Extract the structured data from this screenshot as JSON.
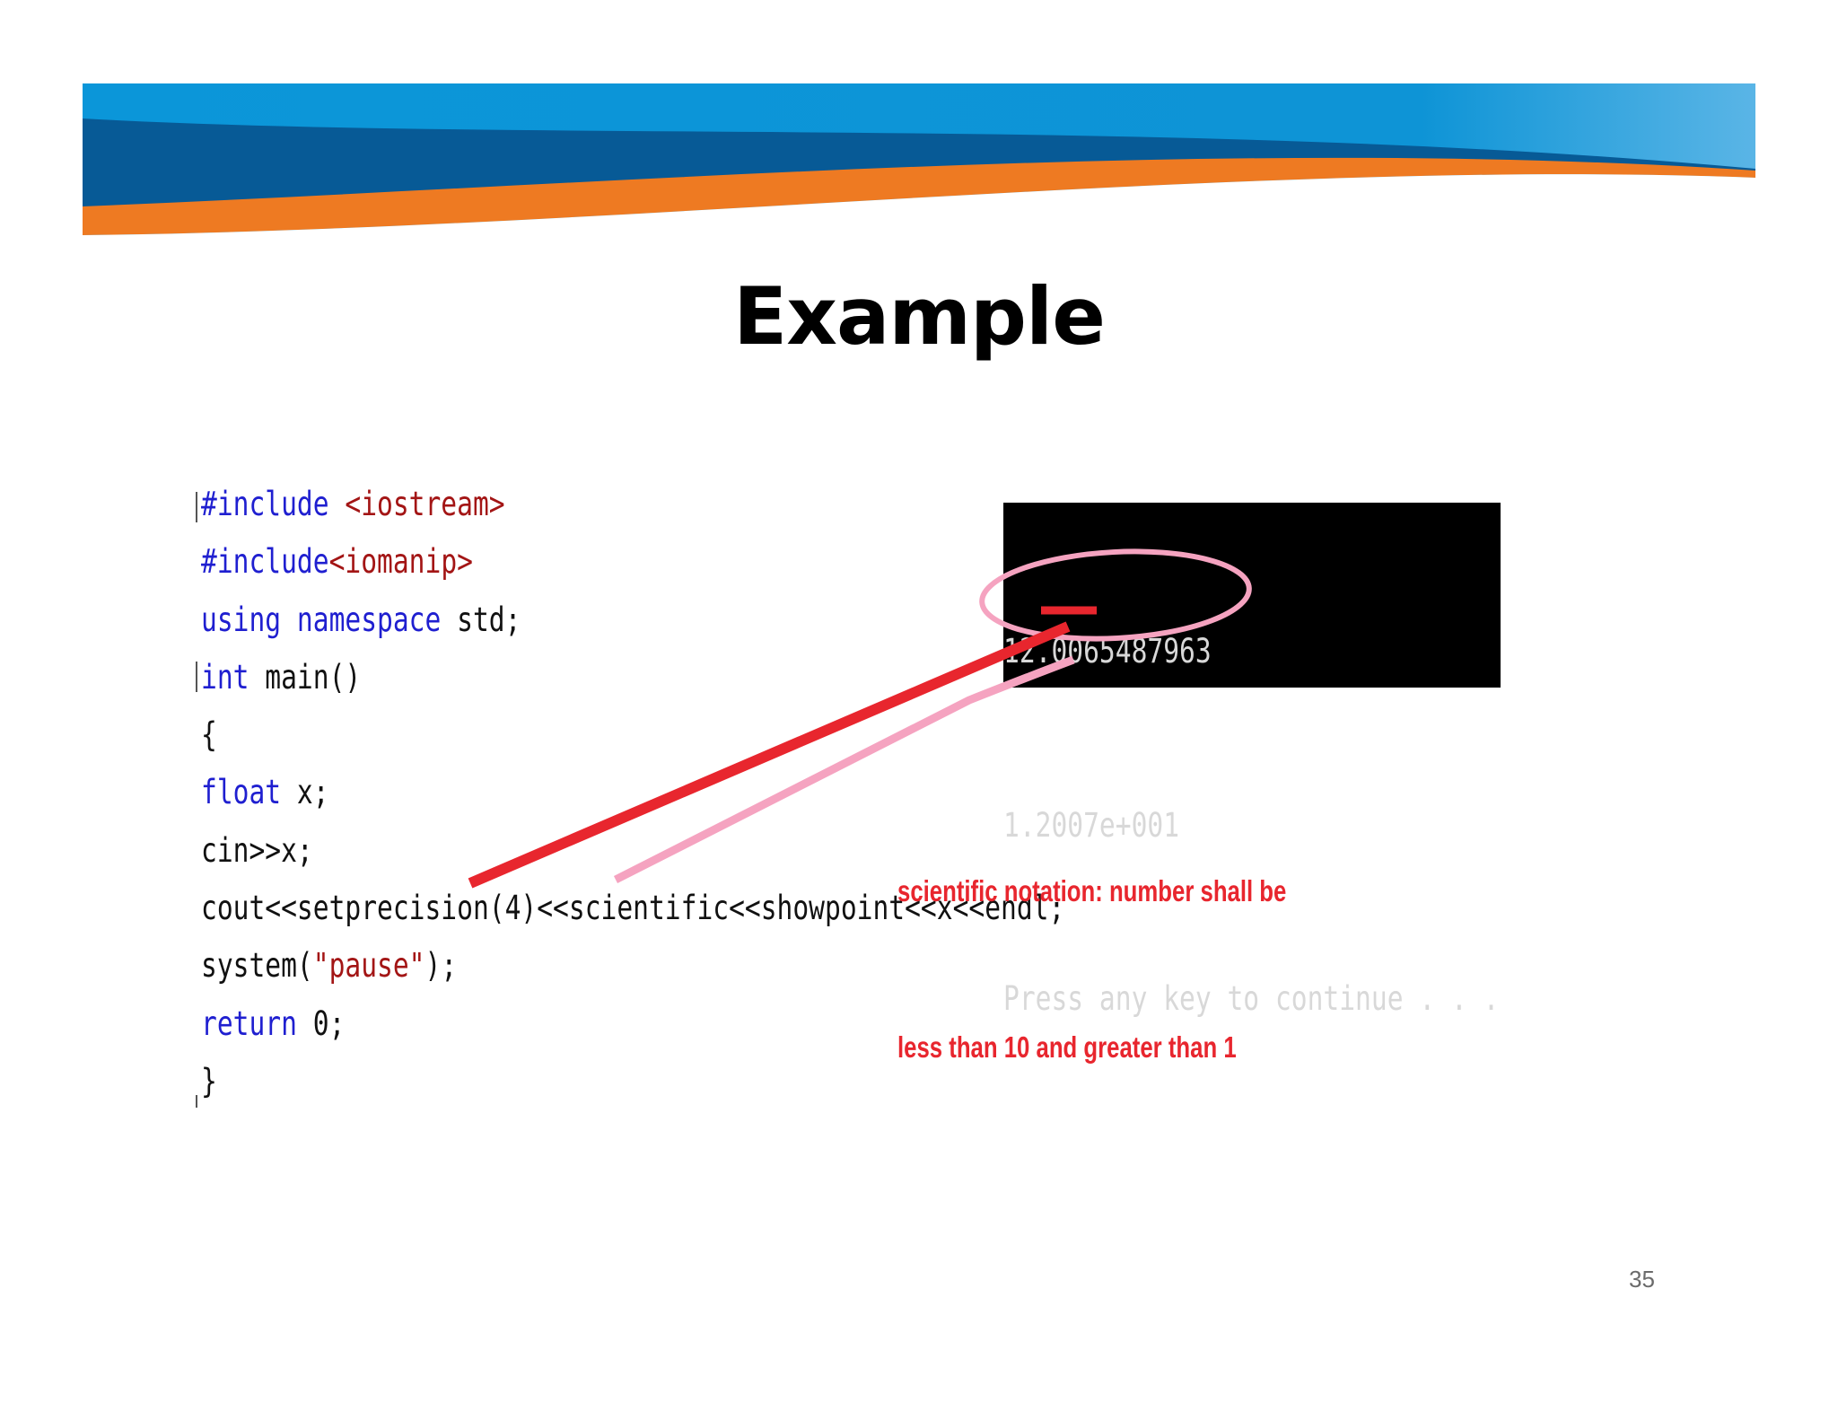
{
  "slide": {
    "title": "Example",
    "page_number": "35"
  },
  "code": {
    "lines": [
      [
        {
          "t": "#include ",
          "c": "kw"
        },
        {
          "t": "<iostream>",
          "c": "str"
        }
      ],
      [
        {
          "t": "#include",
          "c": "kw"
        },
        {
          "t": "<iomanip>",
          "c": "str"
        }
      ],
      [
        {
          "t": "using namespace ",
          "c": "kw"
        },
        {
          "t": "std;",
          "c": ""
        }
      ],
      [
        {
          "t": "int ",
          "c": "kw"
        },
        {
          "t": "main()",
          "c": ""
        }
      ],
      [
        {
          "t": "{",
          "c": ""
        }
      ],
      [
        {
          "t": "float ",
          "c": "kw"
        },
        {
          "t": "x;",
          "c": ""
        }
      ],
      [
        {
          "t": "cin>>x;",
          "c": ""
        }
      ],
      [
        {
          "t": "cout<<setprecision(4)<<scientific<<showpoint<<x<<endl;",
          "c": ""
        }
      ],
      [
        {
          "t": "system(",
          "c": ""
        },
        {
          "t": "\"pause\"",
          "c": "str"
        },
        {
          "t": ");",
          "c": ""
        }
      ],
      [
        {
          "t": "return ",
          "c": "kw"
        },
        {
          "t": "0;",
          "c": ""
        }
      ],
      [
        {
          "t": "}",
          "c": ""
        }
      ]
    ]
  },
  "console": {
    "lines": [
      "12.0065487963",
      "1.2007e+001",
      "Press any key to continue . . ."
    ]
  },
  "annotation": {
    "line1": "scientific notation: number shall be",
    "line2": "less than 10 and greater than 1"
  },
  "colors": {
    "banner_blue": "#0b96d9",
    "banner_navy": "#075a96",
    "banner_orange": "#ee7a22",
    "annotation_red": "#e8262e",
    "annotation_pink": "#f5a3c0",
    "keyword_blue": "#1f1fd0",
    "string_red": "#a31515"
  }
}
